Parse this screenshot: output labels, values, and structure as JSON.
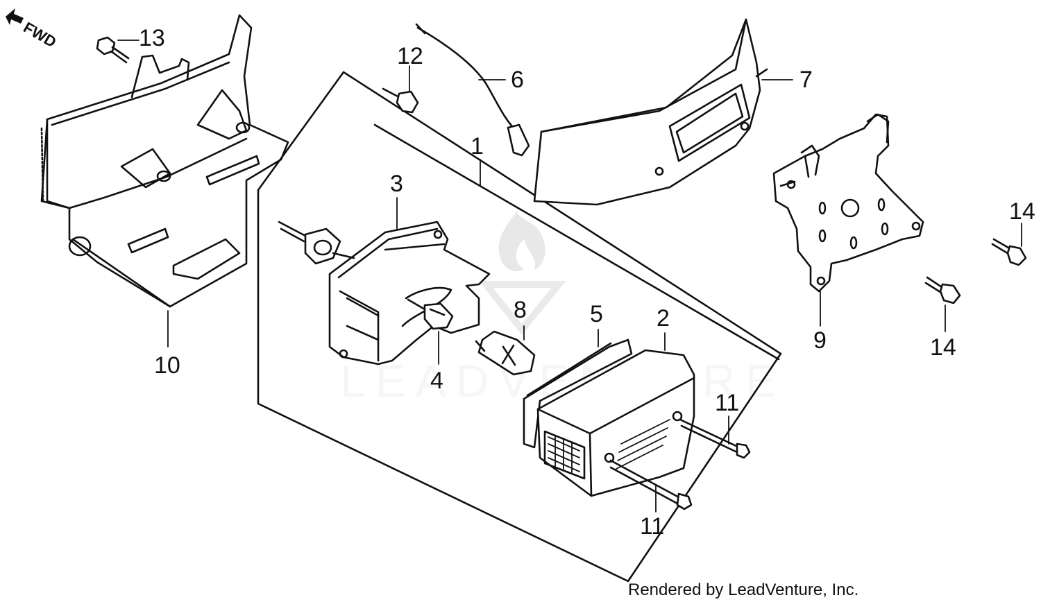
{
  "orientation_label": "FWD",
  "callouts": {
    "c1": "1",
    "c2": "2",
    "c3": "3",
    "c4": "4",
    "c5": "5",
    "c6": "6",
    "c7": "7",
    "c8": "8",
    "c9": "9",
    "c10": "10",
    "c11a": "11",
    "c11b": "11",
    "c12": "12",
    "c13": "13",
    "c14a": "14",
    "c14b": "14"
  },
  "watermark": "LEADVENTURE",
  "credit": "Rendered by LeadVenture, Inc."
}
